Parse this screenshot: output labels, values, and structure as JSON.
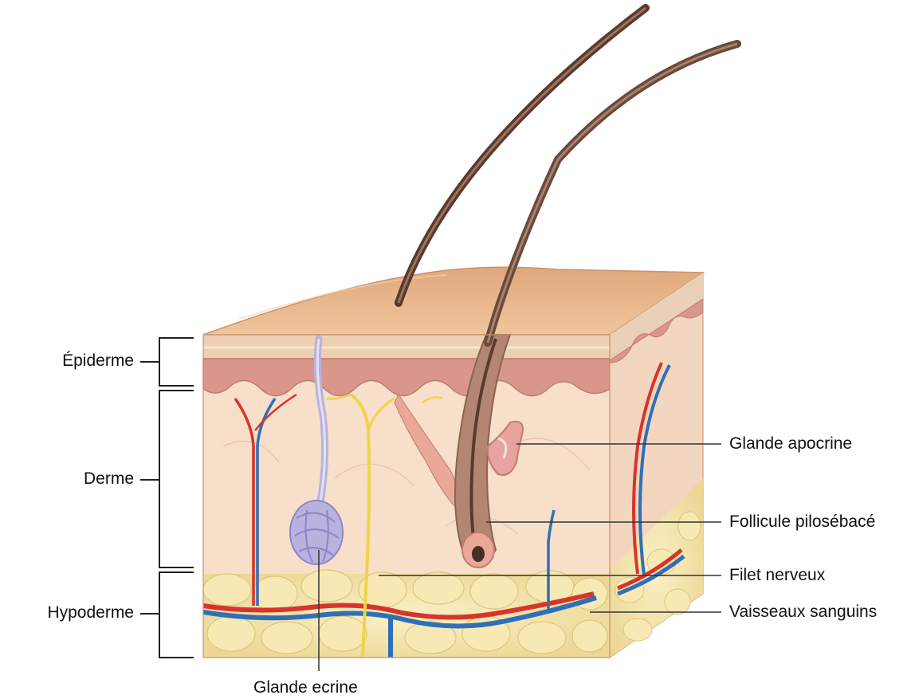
{
  "layers": {
    "epidermis": "Épiderme",
    "dermis": "Derme",
    "hypodermis": "Hypoderme"
  },
  "structures": {
    "apocrine_gland": "Glande apocrine",
    "hair_follicle": "Follicule pilosébacé",
    "nerve": "Filet nerveux",
    "blood_vessels": "Vaisseaux sanguins",
    "eccrine_gland": "Glande ecrine"
  },
  "colors": {
    "surface": "#e9b88a",
    "epidermis": "#e8c9a8",
    "dermis_papillae": "#d99a8e",
    "dermis": "#f6dcc6",
    "hypodermis_fat": "#f4e5ad",
    "artery": "#d8342b",
    "vein": "#2f6fb8",
    "nerve": "#f1d34a",
    "hair": "#6b4a3a",
    "eccrine_gland": "#b9b2de"
  }
}
